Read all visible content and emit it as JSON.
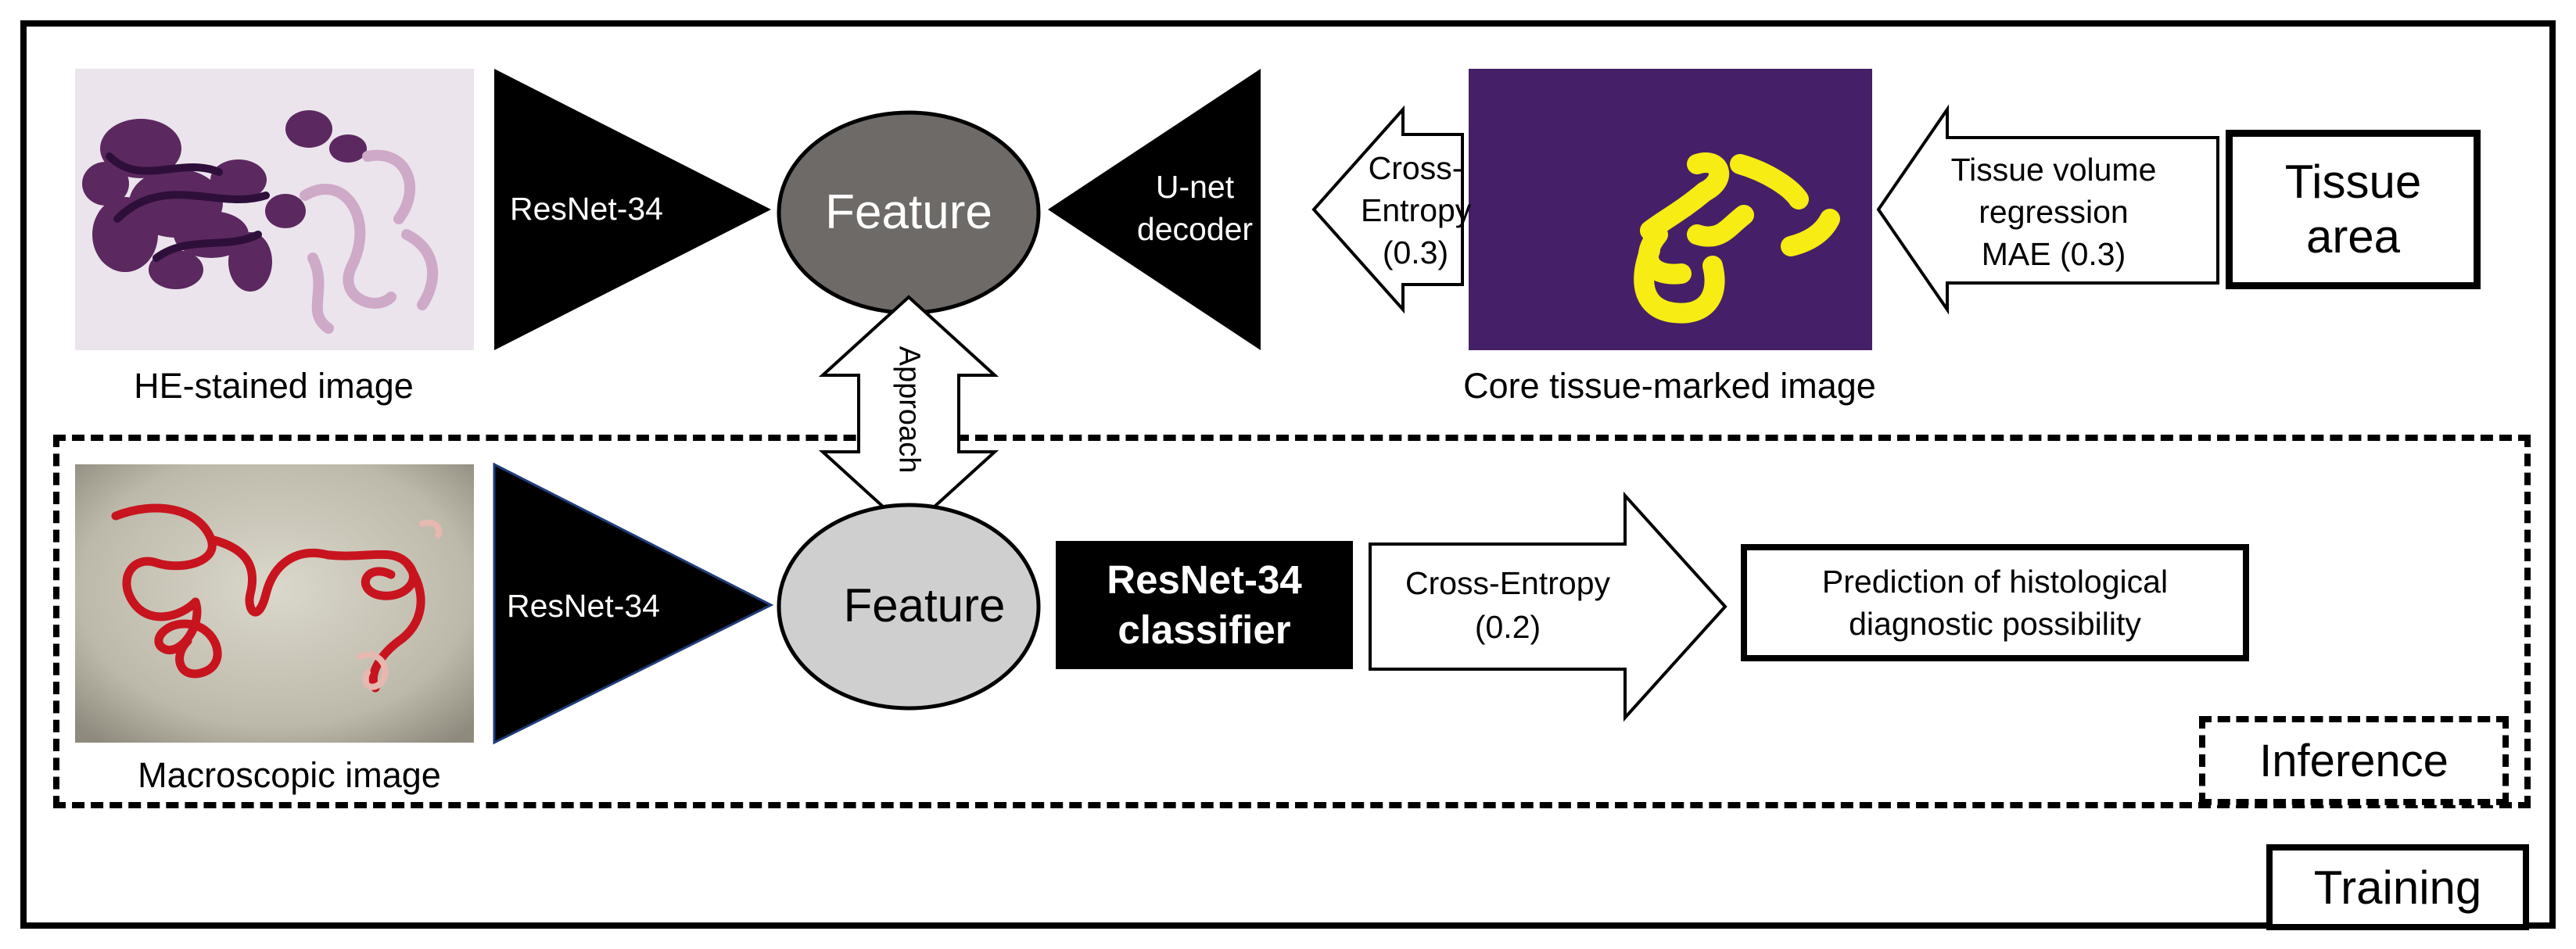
{
  "top": {
    "he_caption": "HE-stained image",
    "resnet_encoder": "ResNet-34",
    "feature": "Feature",
    "unet_decoder_1": "U-net",
    "unet_decoder_2": "decoder",
    "cross_entropy_1": "Cross-",
    "cross_entropy_2": "Entropy",
    "cross_entropy_3": "(0.3)",
    "core_caption": "Core tissue-marked image",
    "regression_1": "Tissue volume",
    "regression_2": "regression",
    "regression_3": "MAE (0.3)",
    "tissue_area_1": "Tissue",
    "tissue_area_2": "area"
  },
  "middle": {
    "approach": "Approach"
  },
  "bottom": {
    "macro_caption": "Macroscopic image",
    "resnet_encoder": "ResNet-34",
    "feature": "Feature",
    "classifier_1": "ResNet-34",
    "classifier_2": "classifier",
    "cross_entropy_1": "Cross-Entropy",
    "cross_entropy_2": "(0.2)",
    "prediction_1": "Prediction of histological",
    "prediction_2": "diagnostic possibility"
  },
  "inference_label": "Inference",
  "training_label": "Training",
  "colors": {
    "black": "#000000",
    "feature_top": "#6e6a68",
    "feature_bottom": "#cfcfcf",
    "mask_bg": "#452068",
    "mask_fg": "#f7ec13",
    "blood": "#c8141e"
  }
}
